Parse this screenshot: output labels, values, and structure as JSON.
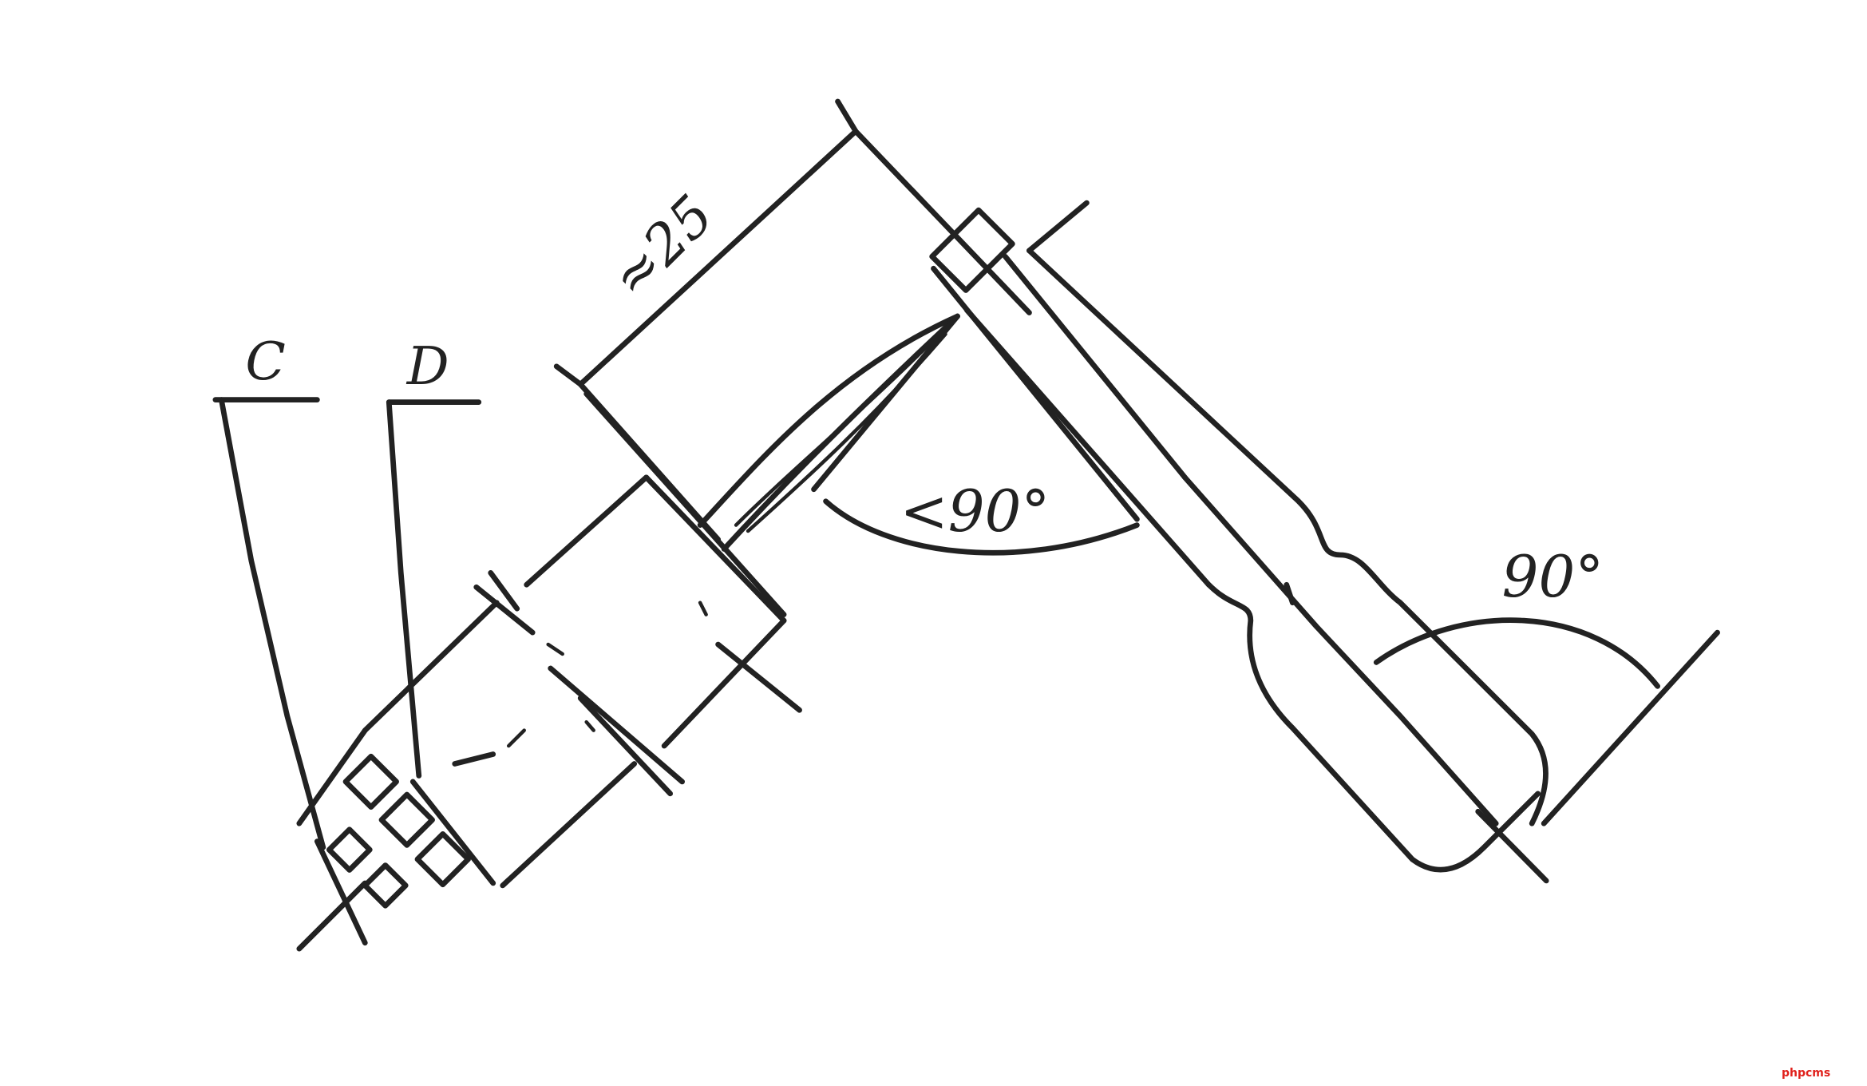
{
  "drawing": {
    "dimension_label": "≈25",
    "angle_label_left": "<90°",
    "angle_label_right": "90°",
    "label_c": "C",
    "label_d": "D"
  },
  "watermark": "phpcms",
  "colors": {
    "ink": "#222222",
    "watermark": "#e0201b"
  }
}
